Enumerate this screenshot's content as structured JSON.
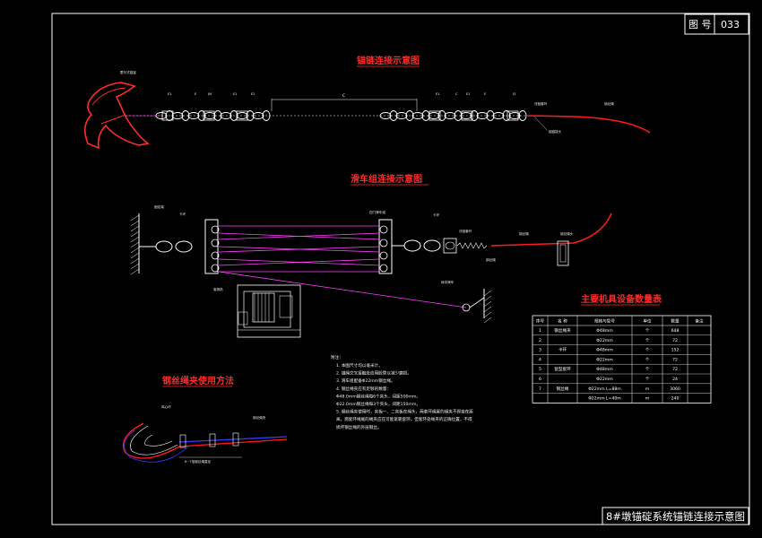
{
  "title_block": {
    "label": "图 号",
    "number": "033",
    "drawing_name": "8#墩锚碇系统锚链连接示意图"
  },
  "sections": {
    "chain_title": "锚链连接示意图",
    "pulley_title": "滑车组连接示意图",
    "clamp_title": "钢丝绳夹使用方法",
    "equipment_title": "主要机具设备数量表"
  },
  "chain_labels": {
    "anchor": "霍尔式锚锭",
    "c_dim": "C",
    "buoy": "浮鼓套环",
    "rope": "钢丝绳",
    "end": "锚链接头",
    "marks": [
      "E1",
      "E",
      "JM",
      "E1",
      "E2",
      "E1",
      "C",
      "E1",
      "E",
      "J3"
    ]
  },
  "pulley_labels": {
    "anchor_point": "固定端",
    "shackle_left": "卡环",
    "pulley_block": "四门滑车组",
    "shackle_right": "卡环",
    "buoy": "浮鼓套环",
    "rope": "钢丝绳",
    "rope2": "钢丝绳",
    "hook_end": "钢丝绳头",
    "winch": "卷扬机",
    "turn_pulley": "转向滑车"
  },
  "clamp_labels": {
    "thimble": "鸡心环",
    "clamp": "钢丝绳夹",
    "spacing": "6~7倍钢丝绳直径"
  },
  "notes": {
    "header": "附注：",
    "lines": [
      "1. 本图尺寸均以毫米计。",
      "2. 锚绳交叉接触处应用胶管以减少磨损。",
      "3. 滑车组配备Φ22mm钢丝绳。",
      "4. 钢丝绳夹应有足够的数量：",
      "   Φ48.0mm钢丝绳每6个夹头，间距500mm。",
      "   Φ22.0mm钢丝绳每3个夹头，间距150mm。",
      "5. 钢丝绳夹使用时，夹板一、二夹板在绳头，两套环绳尾的绳夹不得自在距",
      "离。两套环绳尾的绳夹应在可能紧靠套环，但套环处绳夹的正确位置，不得",
      "损坏钢丝绳的外层钢丝。"
    ]
  },
  "equipment_table": {
    "headers": [
      "序号",
      "名  称",
      "规格与型号",
      "单位",
      "数量",
      "备注"
    ],
    "rows": [
      {
        "no": "1",
        "name": "钢丝绳夹",
        "spec": "Φ48mm",
        "unit": "个",
        "qty": "648",
        "remark": ""
      },
      {
        "no": "2",
        "name": "",
        "spec": "Φ22mm",
        "unit": "个",
        "qty": "72",
        "remark": ""
      },
      {
        "no": "3",
        "name": "卡环",
        "spec": "Φ48mm",
        "unit": "个",
        "qty": "152",
        "remark": ""
      },
      {
        "no": "4",
        "name": "",
        "spec": "Φ22mm",
        "unit": "个",
        "qty": "72",
        "remark": ""
      },
      {
        "no": "5",
        "name": "鼠型套环",
        "spec": "Φ48mm",
        "unit": "个",
        "qty": "72",
        "remark": ""
      },
      {
        "no": "6",
        "name": "",
        "spec": "Φ22mm",
        "unit": "个",
        "qty": "24",
        "remark": ""
      },
      {
        "no": "7",
        "name": "钢丝绳",
        "spec": "Φ22mm L=88m",
        "unit": "m",
        "qty": "3060",
        "remark": ""
      },
      {
        "no": "",
        "name": "",
        "spec": "Φ22mm L=40m",
        "unit": "m",
        "qty": "240",
        "remark": ""
      }
    ]
  },
  "colors": {
    "background": "#000000",
    "frame": "#ffffff",
    "title_red": "#ff2a2a",
    "rope_red": "#ff1a1a",
    "magenta": "#ff40ff",
    "blue": "#3a3aff",
    "cyan": "#40c0ff"
  }
}
